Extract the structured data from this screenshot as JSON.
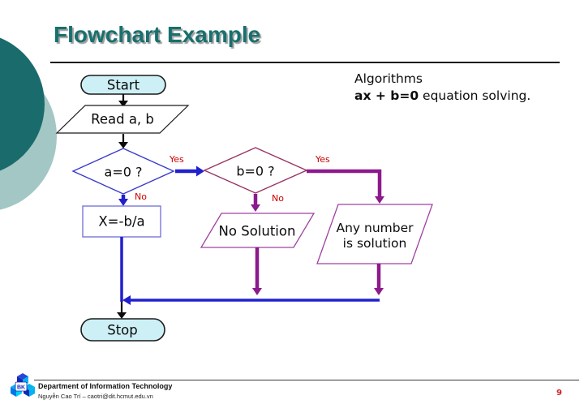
{
  "slide": {
    "title": "Flowchart Example",
    "page_number": "9"
  },
  "annotation": {
    "line1": "Algorithms",
    "line2_bold": "ax + b=0",
    "line2_rest": " equation solving."
  },
  "flowchart": {
    "start": "Start",
    "read": "Read a, b",
    "cond_a": "a=0 ?",
    "cond_b": "b=0 ?",
    "assign": "X=-b/a",
    "no_solution": "No Solution",
    "any_number_line1": "Any number",
    "any_number_line2": "is solution",
    "stop": "Stop",
    "labels": {
      "yes_a": "Yes",
      "no_a": "No",
      "yes_b": "Yes",
      "no_b": "No"
    }
  },
  "footer": {
    "logo": "BK",
    "department": "Department of Information Technology",
    "author": "Nguyễn Cao Trí – caotri@dit.hcmut.edu.vn"
  },
  "colors": {
    "title_teal": "#17706e",
    "arrow_blue": "#2020cc",
    "arrow_purple": "#8c1a8c",
    "edge_label_red": "#cc0000",
    "terminator_fill": "#ccf0f6",
    "decision_a_stroke": "#3a3acc",
    "decision_b_stroke": "#993366",
    "io_magenta_stroke": "#a040a0",
    "process_stroke": "#7878dc",
    "circle_dark": "#1a6b6b",
    "circle_light": "#a3c7c4"
  }
}
